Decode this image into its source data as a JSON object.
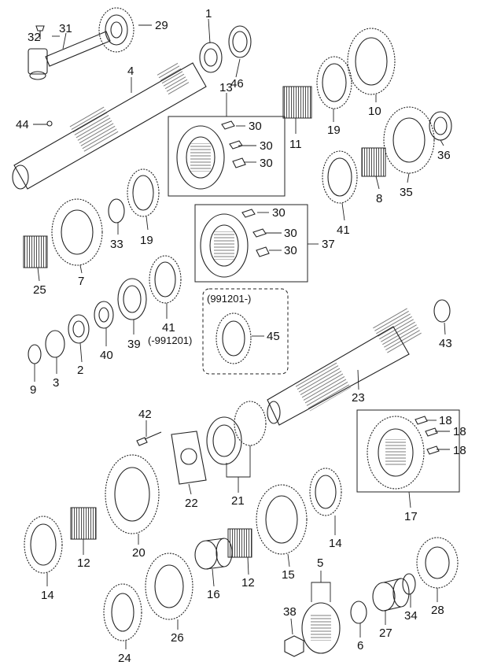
{
  "callouts": {
    "c1": "1",
    "c2": "2",
    "c3": "3",
    "c4": "4",
    "c5": "5",
    "c6": "6",
    "c7": "7",
    "c8": "8",
    "c9": "9",
    "c10": "10",
    "c11": "11",
    "c12a": "12",
    "c12b": "12",
    "c13": "13",
    "c14a": "14",
    "c14b": "14",
    "c15": "15",
    "c16": "16",
    "c17": "17",
    "c18a": "18",
    "c18b": "18",
    "c18c": "18",
    "c19a": "19",
    "c19b": "19",
    "c20": "20",
    "c21": "21",
    "c22": "22",
    "c23": "23",
    "c24": "24",
    "c25": "25",
    "c26": "26",
    "c27": "27",
    "c28": "28",
    "c29": "29",
    "c30a": "30",
    "c30b": "30",
    "c30c": "30",
    "c30d": "30",
    "c30e": "30",
    "c30f": "30",
    "c31": "31",
    "c32": "32",
    "c33": "33",
    "c34": "34",
    "c35": "35",
    "c36": "36",
    "c37": "37",
    "c38": "38",
    "c39": "39",
    "c40": "40",
    "c41a": "41",
    "c41b": "41",
    "c42": "42",
    "c43": "43",
    "c44": "44",
    "c45": "45",
    "c46": "46"
  },
  "notes": {
    "from_date": "(991201-)",
    "to_date": "(-991201)"
  }
}
